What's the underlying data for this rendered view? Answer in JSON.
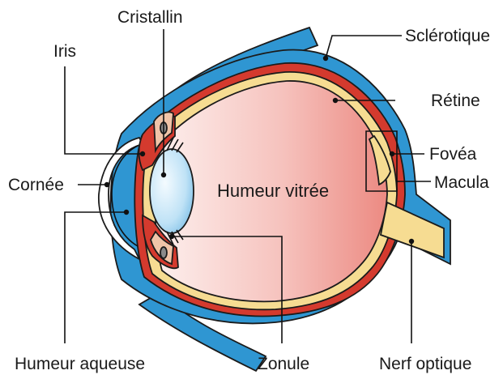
{
  "labels": {
    "cristallin": "Cristallin",
    "iris": "Iris",
    "sclerotique": "Sclérotique",
    "retine": "Rétine",
    "fovea": "Fovéa",
    "macula": "Macula",
    "cornee": "Cornée",
    "humeur_vitree": "Humeur vitrée",
    "humeur_aqueuse": "Humeur aqueuse",
    "zonule": "Zonule",
    "nerf_optique": "Nerf optique"
  },
  "colors": {
    "sclera_blue": "#2f96d2",
    "choroid_red": "#d43a2e",
    "retina_yellow": "#f6dc92",
    "vitreous_pink_light": "#fbe6e2",
    "vitreous_pink_dark": "#ee8e86",
    "lens_blue": "#8ec9ec",
    "iris_red": "#d43a2e",
    "outline": "#1b1b1b",
    "label_text": "#1a1a1a"
  }
}
